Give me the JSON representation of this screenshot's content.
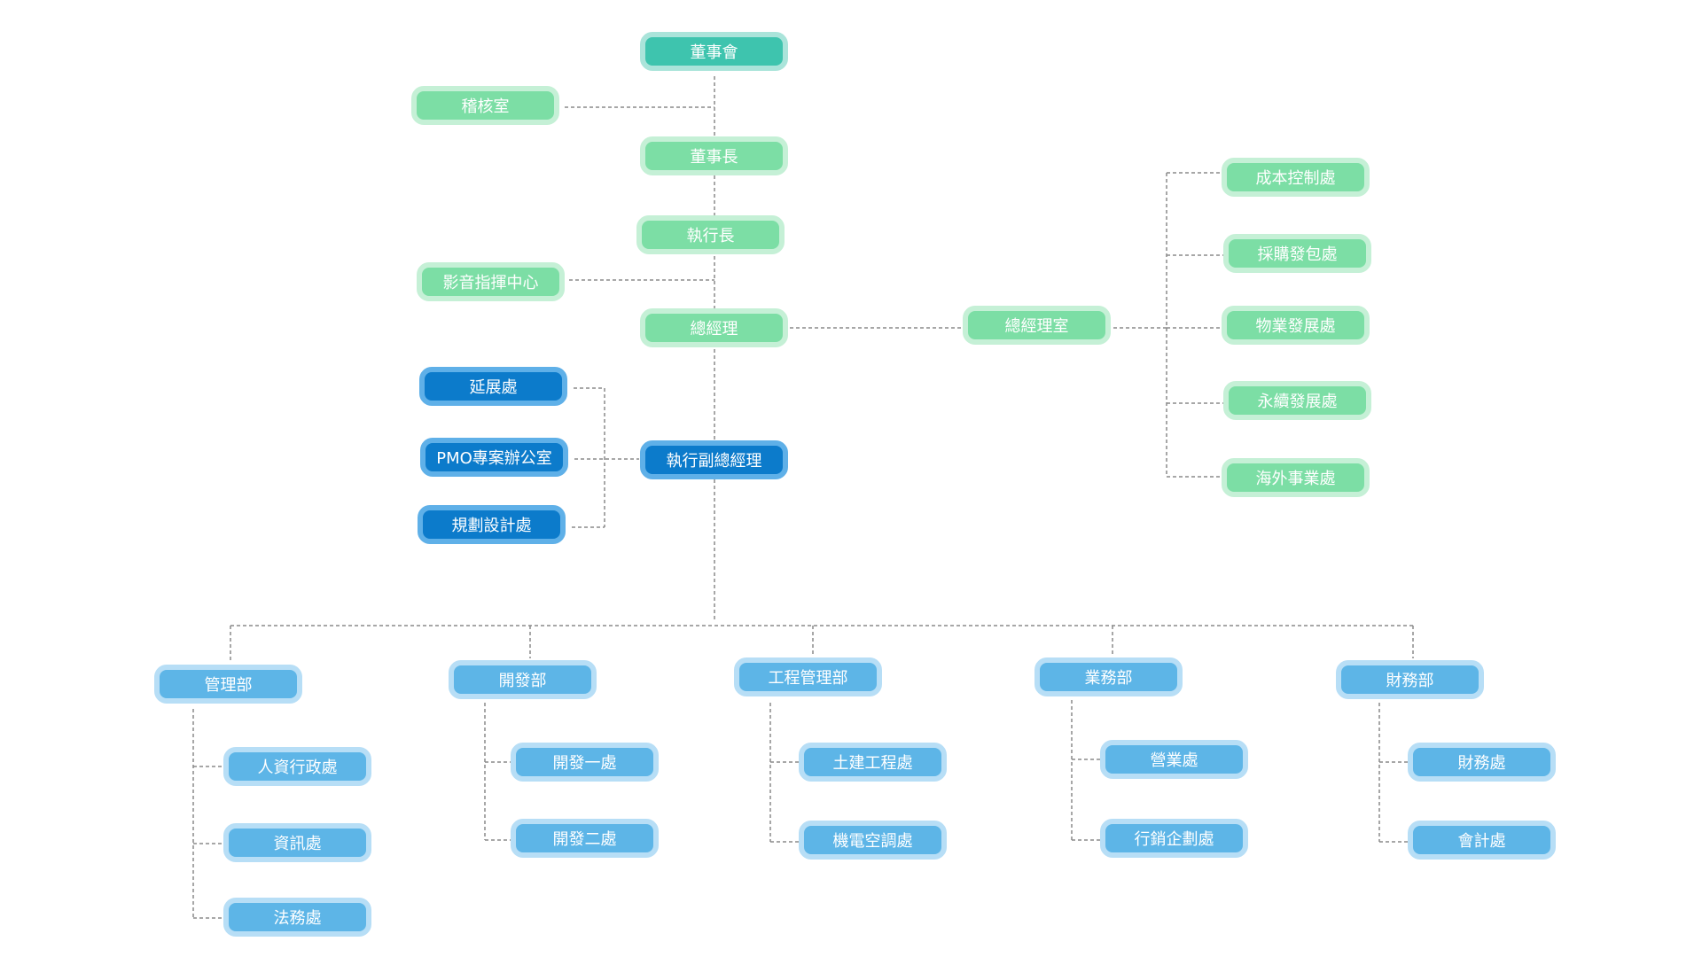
{
  "org_chart": {
    "board": "董事會",
    "audit_office": "稽核室",
    "chairman": "董事長",
    "ceo": "執行長",
    "av_command_center": "影音指揮中心",
    "president": "總經理",
    "president_office": {
      "label": "總經理室",
      "units": [
        "成本控制處",
        "採購發包處",
        "物業發展處",
        "永續發展處",
        "海外事業處"
      ]
    },
    "executive_vp": {
      "label": "執行副總經理",
      "units": [
        "延展處",
        "PMO專案辦公室",
        "規劃設計處"
      ]
    },
    "departments": [
      {
        "label": "管理部",
        "units": [
          "人資行政處",
          "資訊處",
          "法務處"
        ]
      },
      {
        "label": "開發部",
        "units": [
          "開發一處",
          "開發二處"
        ]
      },
      {
        "label": "工程管理部",
        "units": [
          "土建工程處",
          "機電空調處"
        ]
      },
      {
        "label": "業務部",
        "units": [
          "營業處",
          "行銷企劃處"
        ]
      },
      {
        "label": "財務部",
        "units": [
          "財務處",
          "會計處"
        ]
      }
    ]
  },
  "colors": {
    "board": "#3ec4ae",
    "executive_track": "#7cdea5",
    "executive_vp_track": "#0c7bcb",
    "departments": "#5db5e7",
    "connector": "#8a8a8a"
  }
}
